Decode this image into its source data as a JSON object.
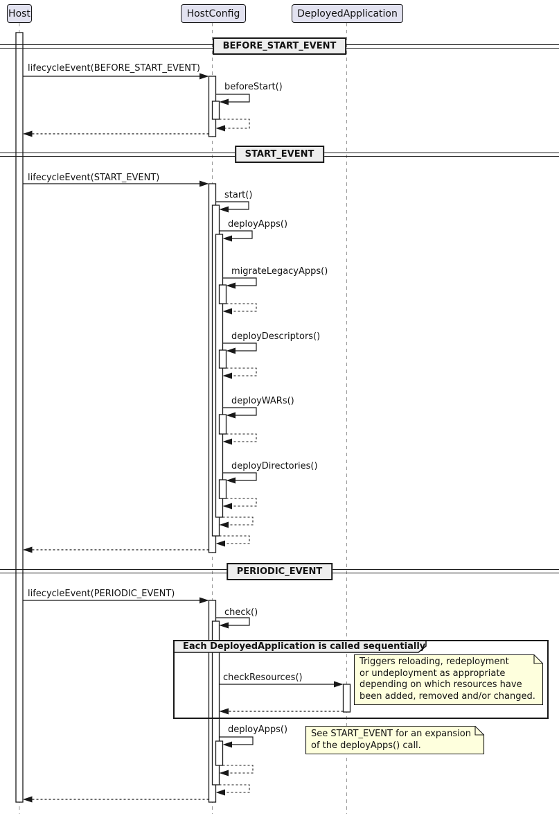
{
  "diagram_type": "uml-sequence-diagram",
  "participants": [
    {
      "label": "Host"
    },
    {
      "label": "HostConfig"
    },
    {
      "label": "DeployedApplication"
    }
  ],
  "dividers": [
    {
      "label": "BEFORE_START_EVENT"
    },
    {
      "label": "START_EVENT"
    },
    {
      "label": "PERIODIC_EVENT"
    }
  ],
  "messages": {
    "lifecycle_before_start": "lifecycleEvent(BEFORE_START_EVENT)",
    "before_start": "beforeStart()",
    "lifecycle_start": "lifecycleEvent(START_EVENT)",
    "start": "start()",
    "deploy_apps": "deployApps()",
    "migrate_legacy_apps": "migrateLegacyApps()",
    "deploy_descriptors": "deployDescriptors()",
    "deploy_wars": "deployWARs()",
    "deploy_directories": "deployDirectories()",
    "lifecycle_periodic": "lifecycleEvent(PERIODIC_EVENT)",
    "check": "check()",
    "check_resources": "checkResources()",
    "deploy_apps_periodic": "deployApps()"
  },
  "group": {
    "label": "Each DeployedApplication is called sequentially"
  },
  "notes": {
    "check_resources_note": "Triggers reloading, redeployment\nor undeployment as appropriate\ndepending on which resources have\nbeen added, removed and/or changed.",
    "deploy_apps_note": "See START_EVENT for an expansion\nof the deployApps() call."
  },
  "colors": {
    "participant_fill": "#E2E2F0",
    "note_fill": "#FEFFDD",
    "divider_fill": "#EEEEEE",
    "line": "#181818",
    "lifeline": "#999999",
    "background": "#FFFFFF"
  }
}
